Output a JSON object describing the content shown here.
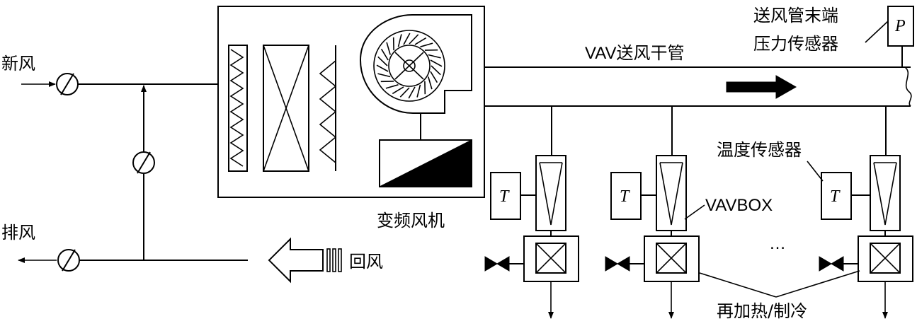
{
  "labels": {
    "fresh_air": "新风",
    "exhaust_air": "排风",
    "return_air": "回风",
    "vfd_fan": "变频风机",
    "vav_main_duct": "VAV送风干管",
    "duct_end_pressure_sensor_line1": "送风管末端",
    "duct_end_pressure_sensor_line2": "压力传感器",
    "pressure_symbol": "P",
    "temperature_sensor": "温度传感器",
    "temperature_symbol": "T",
    "vavbox": "VAVBOX",
    "ellipsis": "…",
    "reheat_cooling": "再加热/制冷"
  }
}
